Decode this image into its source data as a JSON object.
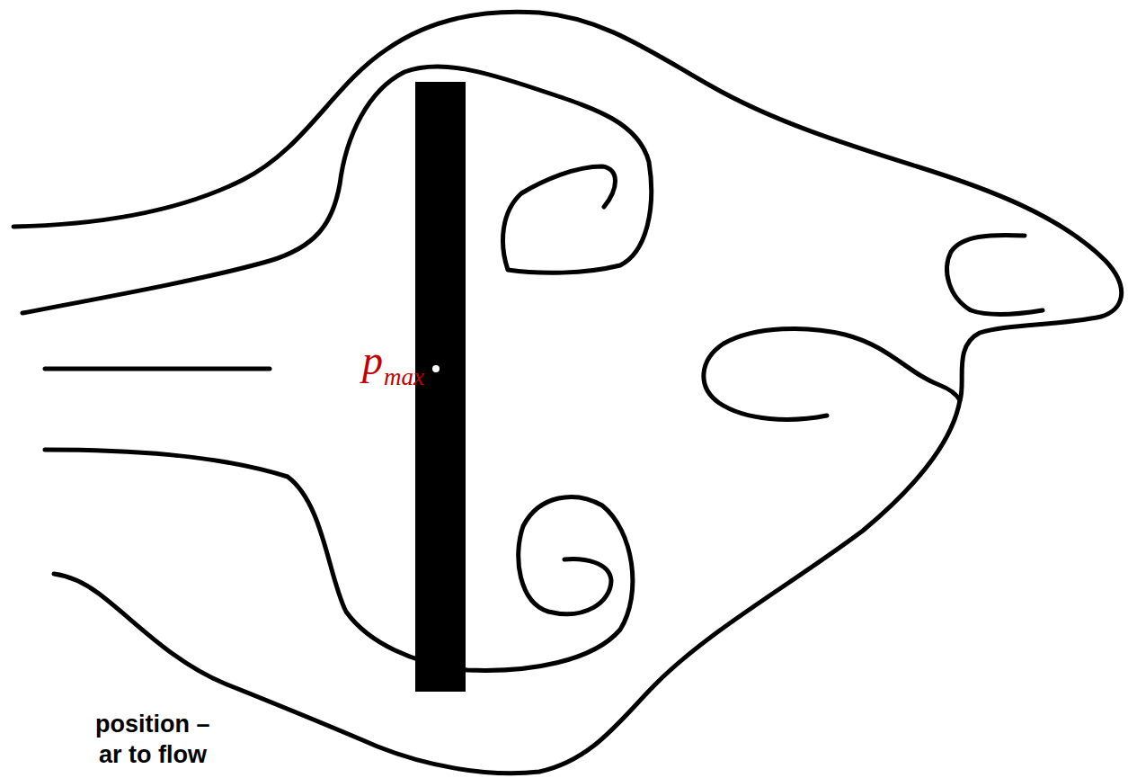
{
  "diagram": {
    "labels": [
      "p",
      "max",
      "position –",
      "ar to flow"
    ]
  }
}
